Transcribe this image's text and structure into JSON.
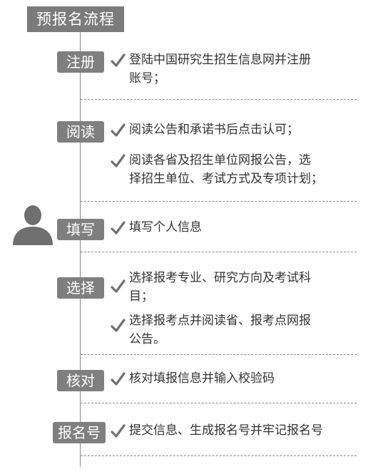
{
  "title": "预报名流程",
  "steps": [
    {
      "tag": "注册",
      "items": [
        {
          "line1": "登陆中国研究生招生信息网并注册",
          "line2": "账号；"
        }
      ]
    },
    {
      "tag": "阅读",
      "items": [
        {
          "line1": "阅读公告和承诺书后点击认可；",
          "line2": ""
        },
        {
          "line1": "阅读各省及招生单位网报公告，选",
          "line2": "择招生单位、考试方式及专项计划；"
        }
      ]
    },
    {
      "tag": "填写",
      "items": [
        {
          "line1": "填写个人信息",
          "line2": ""
        }
      ]
    },
    {
      "tag": "选择",
      "items": [
        {
          "line1": "选择报考专业、研究方向及考试科",
          "line2": "目；"
        },
        {
          "line1": "选择报考点并阅读省、报考点网报",
          "line2": "公告。"
        }
      ]
    },
    {
      "tag": "核对",
      "items": [
        {
          "line1": "核对填报信息并输入校验码",
          "line2": ""
        }
      ]
    },
    {
      "tag": "报名号",
      "items": [
        {
          "line1": "提交信息、生成报名号并牢记报名号",
          "line2": ""
        }
      ]
    }
  ],
  "icons": {
    "check": "check-mark-icon",
    "person": "user-avatar-icon"
  },
  "colors": {
    "tag_bg": "#7f7f7f",
    "title_bg": "#7b7b7b",
    "line": "#8a8a8a",
    "text": "#333333"
  }
}
